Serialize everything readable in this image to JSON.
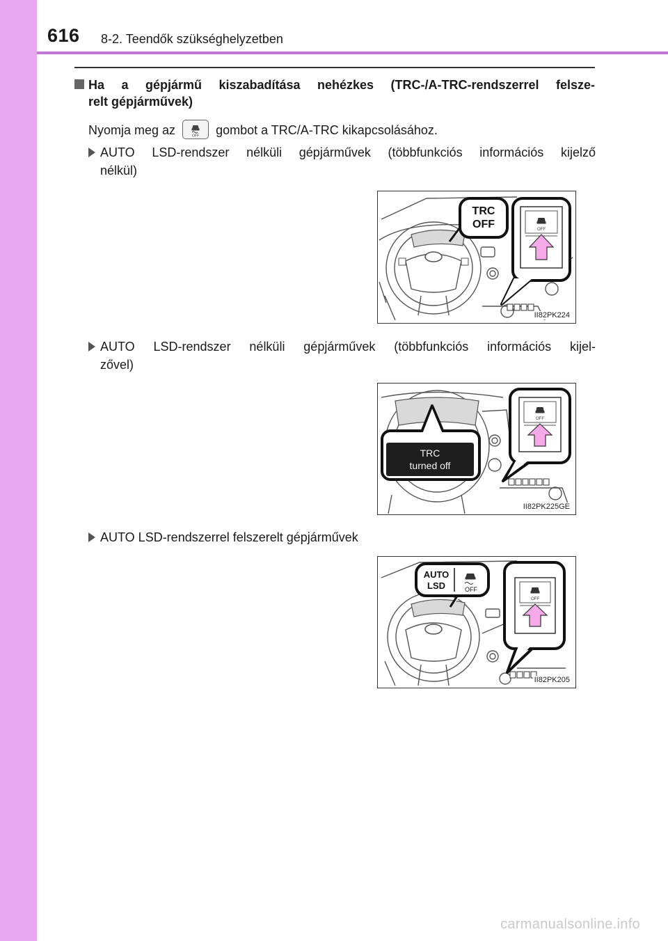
{
  "header": {
    "page_number": "616",
    "chapter_title": "8-2. Teendők szükséghelyzetben"
  },
  "section": {
    "heading_line1": "Ha a gépjármű kiszabadítása nehézkes (TRC-/A-TRC-rendszerrel felsze-",
    "heading_line2": "relt gépjárművek)",
    "instruction_before": "Nyomja meg az",
    "instruction_after": "gombot a TRC/A-TRC kikapcsolásához."
  },
  "bullets": [
    {
      "line1": "AUTO LSD-rendszer nélküli gépjárművek (többfunkciós információs kijelző",
      "line2": "nélkül)"
    },
    {
      "line1": "AUTO LSD-rendszer nélküli gépjárművek (többfunkciós információs kijel-",
      "line2": "zővel)"
    },
    {
      "line1": "AUTO LSD-rendszerrel felszerelt gépjárművek"
    }
  ],
  "figures": [
    {
      "id": "II82PK224",
      "callout_line1": "TRC",
      "callout_line2": "OFF",
      "button_label": "OFF"
    },
    {
      "id": "II82PK225GE",
      "display_line1": "TRC",
      "display_line2": "turned off",
      "button_label": "OFF"
    },
    {
      "id": "II82PK205",
      "callout_line1": "AUTO",
      "callout_line2": "LSD",
      "callout_off": "OFF",
      "button_label": "OFF"
    }
  ],
  "button_icon_label": "OFF",
  "watermark": "carmanualsonline.info",
  "colors": {
    "side_tab": "#e9a8f2",
    "header_rule": "#c077d3",
    "arrow_fill": "#f5a9e8"
  }
}
